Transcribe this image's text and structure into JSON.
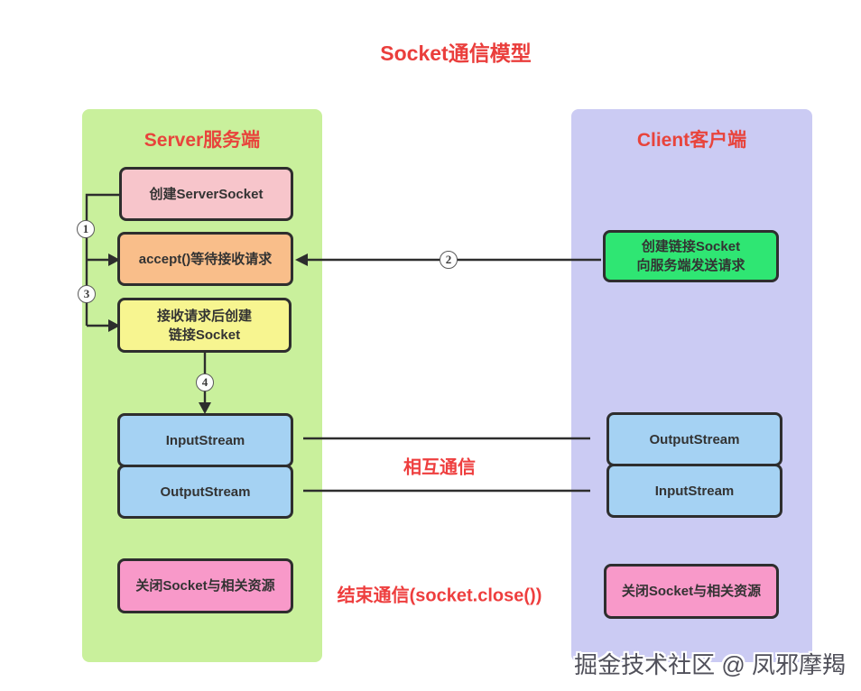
{
  "title": "Socket通信模型",
  "watermark": "掘金技术社区 @ 凤邪摩羯",
  "labels": {
    "mutual_communication": "相互通信",
    "end_communication": "结束通信(socket.close())"
  },
  "steps": [
    "1",
    "2",
    "3",
    "4"
  ],
  "server": {
    "header": "Server服务端",
    "boxes": [
      {
        "label": "创建ServerSocket",
        "color": "#f7c5cb"
      },
      {
        "label": "accept()等待接收请求",
        "color": "#f9be8a"
      },
      {
        "label": "接收请求后创建\n链接Socket",
        "color": "#f7f590"
      },
      {
        "label": "InputStream",
        "color": "#a5d2f3"
      },
      {
        "label": "OutputStream",
        "color": "#a5d2f3"
      },
      {
        "label": "关闭Socket与相关资源",
        "color": "#f899c9"
      }
    ]
  },
  "client": {
    "header": "Client客户端",
    "boxes": [
      {
        "label": "创建链接Socket\n向服务端发送请求",
        "color": "#2fe673"
      },
      {
        "label": "OutputStream",
        "color": "#a5d2f3"
      },
      {
        "label": "InputStream",
        "color": "#a5d2f3"
      },
      {
        "label": "关闭Socket与相关资源",
        "color": "#f899c9"
      }
    ]
  },
  "colors": {
    "server_panel": "#c9f09c",
    "client_panel": "#cbcbf3",
    "accent_red": "#ea3e3c",
    "line": "#2d2d2d",
    "background": "#ffffff"
  }
}
